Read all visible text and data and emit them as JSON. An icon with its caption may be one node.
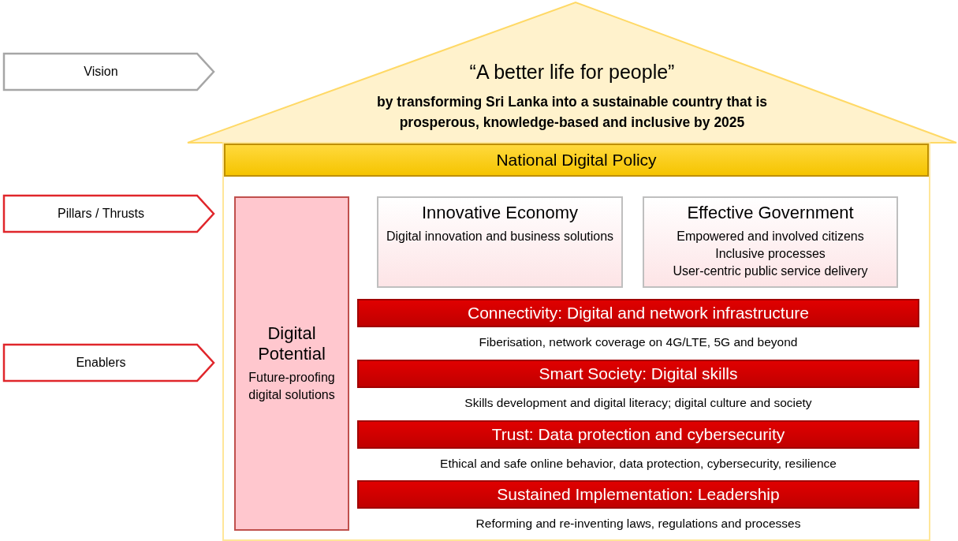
{
  "diagram": {
    "nodes": [
      {
        "text": [
          "Vision"
        ]
      },
      {
        "text": [
          "Pillars / Thrusts"
        ]
      },
      {
        "text": [
          "Enablers"
        ]
      },
      {
        "text": [
          "“A better life for people”",
          "by transforming Sri Lanka into a sustainable country that is prosperous, knowledge-based and inclusive by 2025"
        ]
      },
      {
        "text": [],
        "shape": "box"
      },
      {
        "text": [
          "National Digital Policy"
        ],
        "in": 4
      },
      {
        "text": [
          "Digital Potential",
          "Future-proofing digital solutions"
        ],
        "in": 4
      },
      {
        "text": [
          "Innovative Economy",
          "Digital innovation and business solutions"
        ],
        "in": 4
      },
      {
        "text": [
          "Effective Government",
          "Empowered and involved citizens",
          "Inclusive processes",
          "User-centric public service delivery"
        ],
        "in": 4
      },
      {
        "text": [
          "Connectivity: Digital and network infrastructure"
        ],
        "in": 4,
        "beside": [
          "Fiberisation, network coverage on 4G/LTE, 5G and beyond"
        ]
      },
      {
        "text": [
          "Smart Society: Digital skills"
        ],
        "in": 4,
        "beside": [
          "Skills development and digital literacy; digital culture and society"
        ]
      },
      {
        "text": [
          "Trust: Data protection and cybersecurity"
        ],
        "in": 4,
        "beside": [
          "Ethical and safe online behavior, data protection, cybersecurity, resilience"
        ]
      },
      {
        "text": [
          "Sustained Implementation: Leadership"
        ],
        "in": 4,
        "beside": [
          "Reforming and re-inventing laws, regulations and processes"
        ]
      }
    ],
    "edges": []
  }
}
